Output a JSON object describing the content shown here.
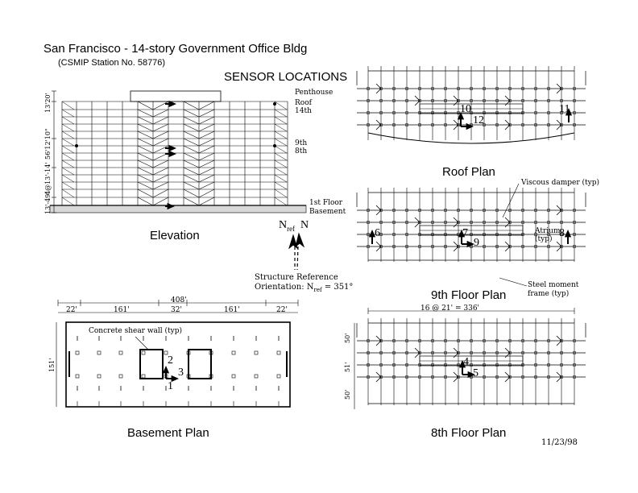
{
  "header": {
    "title": "San Francisco - 14-story Government Office Bldg",
    "station": "(CSMIP Station No. 58776)",
    "section": "SENSOR LOCATIONS"
  },
  "elevation": {
    "caption": "Elevation",
    "levels": [
      "Penthouse",
      "Roof",
      "14th",
      "9th",
      "8th",
      "1st Floor",
      "Basement"
    ],
    "dims": [
      "13'20'",
      "56'12'10\"",
      "4@13'-14'",
      "13'-49'"
    ]
  },
  "north": {
    "nref": "N",
    "nref_sub": "ref",
    "n": "N",
    "line1": "Structure Reference",
    "line2_prefix": "Orientation: N",
    "line2_sub": "ref",
    "line2_suffix": " = 351°"
  },
  "roof_plan": {
    "caption": "Roof Plan",
    "sensors": [
      "10",
      "11",
      "12"
    ]
  },
  "ninth_plan": {
    "caption": "9th Floor Plan",
    "sensors": [
      "6",
      "7",
      "8",
      "9"
    ],
    "labels": {
      "damper": "Viscous damper (typ)",
      "atrium": "Atrium",
      "atrium_typ": "(typ)",
      "moment1": "Steel moment",
      "moment2": "frame (typ)"
    }
  },
  "basement_plan": {
    "caption": "Basement Plan",
    "total_dim": "408'",
    "dims": [
      "22'",
      "161'",
      "32'",
      "161'",
      "22'"
    ],
    "side_dim": "151'",
    "shear_wall": "Concrete shear wall (typ)",
    "sensors": [
      "1",
      "2",
      "3"
    ]
  },
  "eighth_plan": {
    "caption": "8th Floor Plan",
    "top_dim": "16 @ 21' = 336'",
    "side_dims": [
      "50'",
      "51'",
      "50'"
    ],
    "sensors": [
      "4",
      "5"
    ]
  },
  "date": "11/23/98"
}
